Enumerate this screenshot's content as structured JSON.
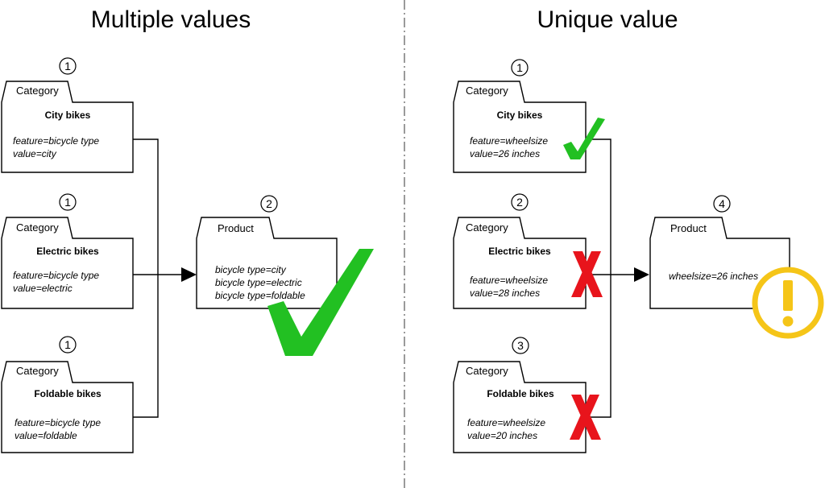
{
  "left_panel": {
    "title": "Multiple values",
    "categories": [
      {
        "number": "1",
        "tab": "Category",
        "name": "City bikes",
        "lines": [
          "feature=bicycle type",
          "value=city"
        ]
      },
      {
        "number": "1",
        "tab": "Category",
        "name": "Electric bikes",
        "lines": [
          "feature=bicycle type",
          "value=electric"
        ]
      },
      {
        "number": "1",
        "tab": "Category",
        "name": "Foldable bikes",
        "lines": [
          "feature=bicycle type",
          "value=foldable"
        ]
      }
    ],
    "product": {
      "number": "2",
      "tab": "Product",
      "lines": [
        "bicycle type=city",
        "bicycle type=electric",
        "bicycle type=foldable"
      ]
    }
  },
  "right_panel": {
    "title": "Unique value",
    "categories": [
      {
        "number": "1",
        "tab": "Category",
        "name": "City bikes",
        "lines": [
          "feature=wheelsize",
          "value=26 inches"
        ]
      },
      {
        "number": "2",
        "tab": "Category",
        "name": "Electric bikes",
        "lines": [
          "feature=wheelsize",
          "value=28 inches"
        ]
      },
      {
        "number": "3",
        "tab": "Category",
        "name": "Foldable bikes",
        "lines": [
          "feature=wheelsize",
          "value=20 inches"
        ]
      }
    ],
    "product": {
      "number": "4",
      "tab": "Product",
      "lines": [
        "wheelsize=26 inches"
      ]
    }
  },
  "colors": {
    "check": "#22c022",
    "cross": "#e8141c",
    "warning": "#f5c518",
    "divider": "#9a9a9a",
    "stroke": "#000000"
  },
  "icons": [
    "check-icon",
    "cross-icon",
    "warning-icon",
    "arrow-icon"
  ]
}
